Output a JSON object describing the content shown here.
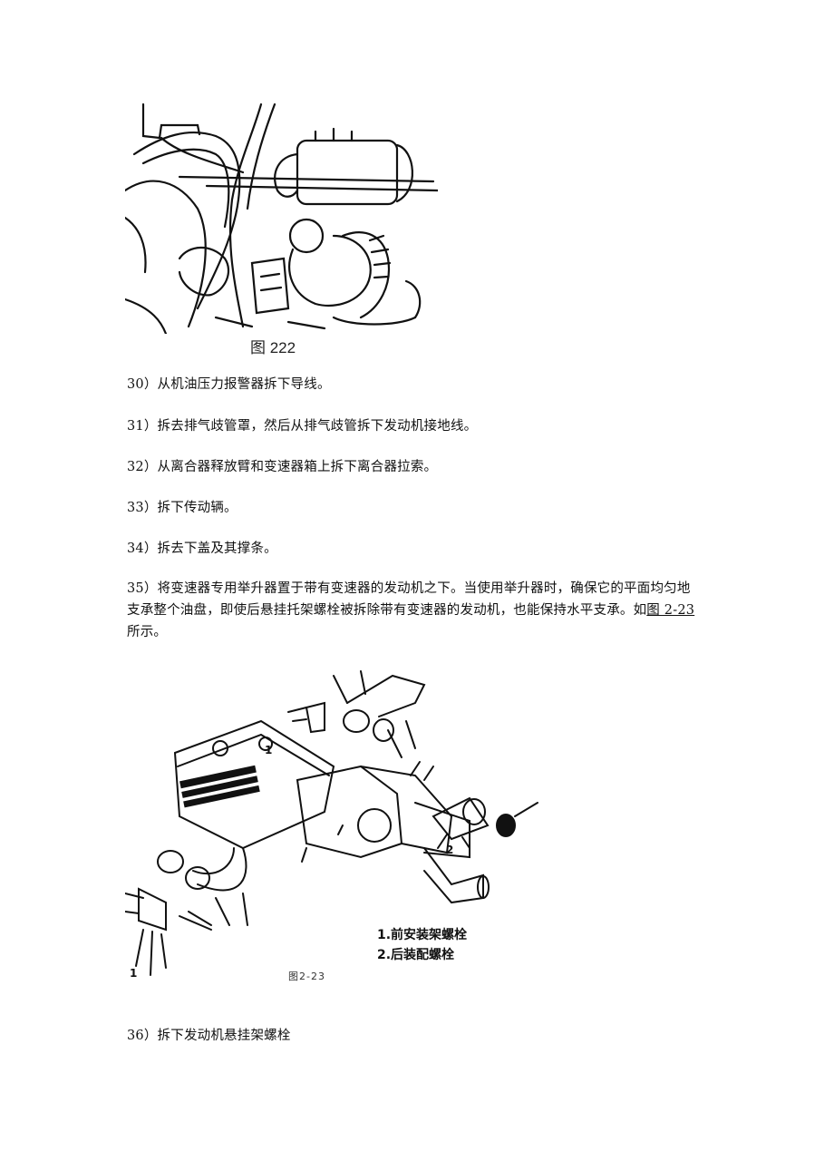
{
  "figure1": {
    "caption": "图 222"
  },
  "steps": [
    "30）从机油压力报警器拆下导线。",
    "31）拆去排气歧管罩，然后从排气歧管拆下发动机接地线。",
    "32）从离合器释放臂和变速器箱上拆下离合器拉索。",
    "33）拆下传动辆。",
    "34）拆去下盖及其撑条。"
  ],
  "step35": {
    "text": "35）将变速器专用举升器置于带有变速器的发动机之下。当使用举升器时，确保它的平面均匀地支承整个油盘，即使后悬挂托架螺栓被拆除带有变速器的发动机，也能保持水平支承。如",
    "link": "图 2-23 ",
    "tail": "所示。"
  },
  "figure2": {
    "legend": [
      "1.前安装架螺栓",
      "2.后装配螺栓"
    ],
    "caption": "图2-23",
    "callouts": [
      "1",
      "2",
      "1"
    ]
  },
  "step36": "36）拆下发动机悬挂架螺栓"
}
